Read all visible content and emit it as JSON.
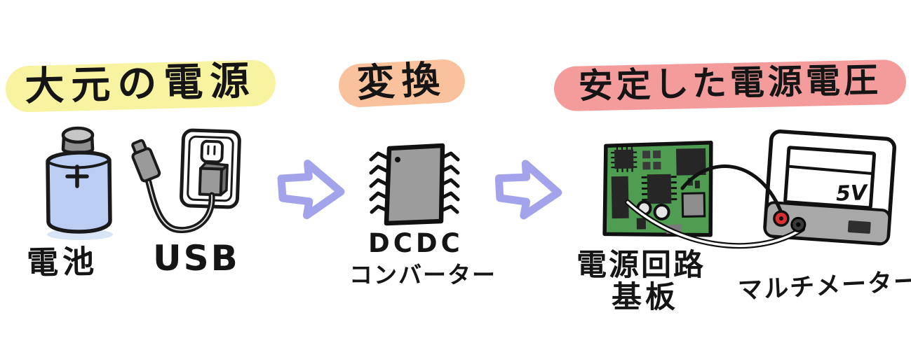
{
  "diagram": {
    "background": "#ffffff",
    "ink_color": "#1a1a1a",
    "arrow_color": "#a3a3ec",
    "stages": [
      {
        "title": "大元の電源",
        "highlight_color": "#f7f3a0",
        "items": [
          {
            "label": "電池",
            "icon": "battery-icon"
          },
          {
            "label": "USB",
            "icon": "usb-cable-outlet-icon"
          }
        ]
      },
      {
        "title": "変換",
        "highlight_color": "#f9c29c",
        "items": [
          {
            "label": "DCDC",
            "label2": "コンバーター",
            "icon": "dcdc-converter-chip-icon"
          }
        ]
      },
      {
        "title": "安定した電源電圧",
        "highlight_color": "#f49c9c",
        "items": [
          {
            "label": "電源回路",
            "label2": "基板",
            "icon": "power-circuit-board-icon"
          },
          {
            "label": "マルチメーター",
            "icon": "multimeter-icon"
          }
        ]
      }
    ],
    "multimeter_reading": "5V",
    "colors": {
      "battery_body": "#bccdf4",
      "battery_cap": "#c6c6c6",
      "pcb_green": "#4f9d50",
      "chip_gray": "#9c9c9c",
      "terminal_red": "#d83030",
      "component_dark": "#262626"
    }
  }
}
